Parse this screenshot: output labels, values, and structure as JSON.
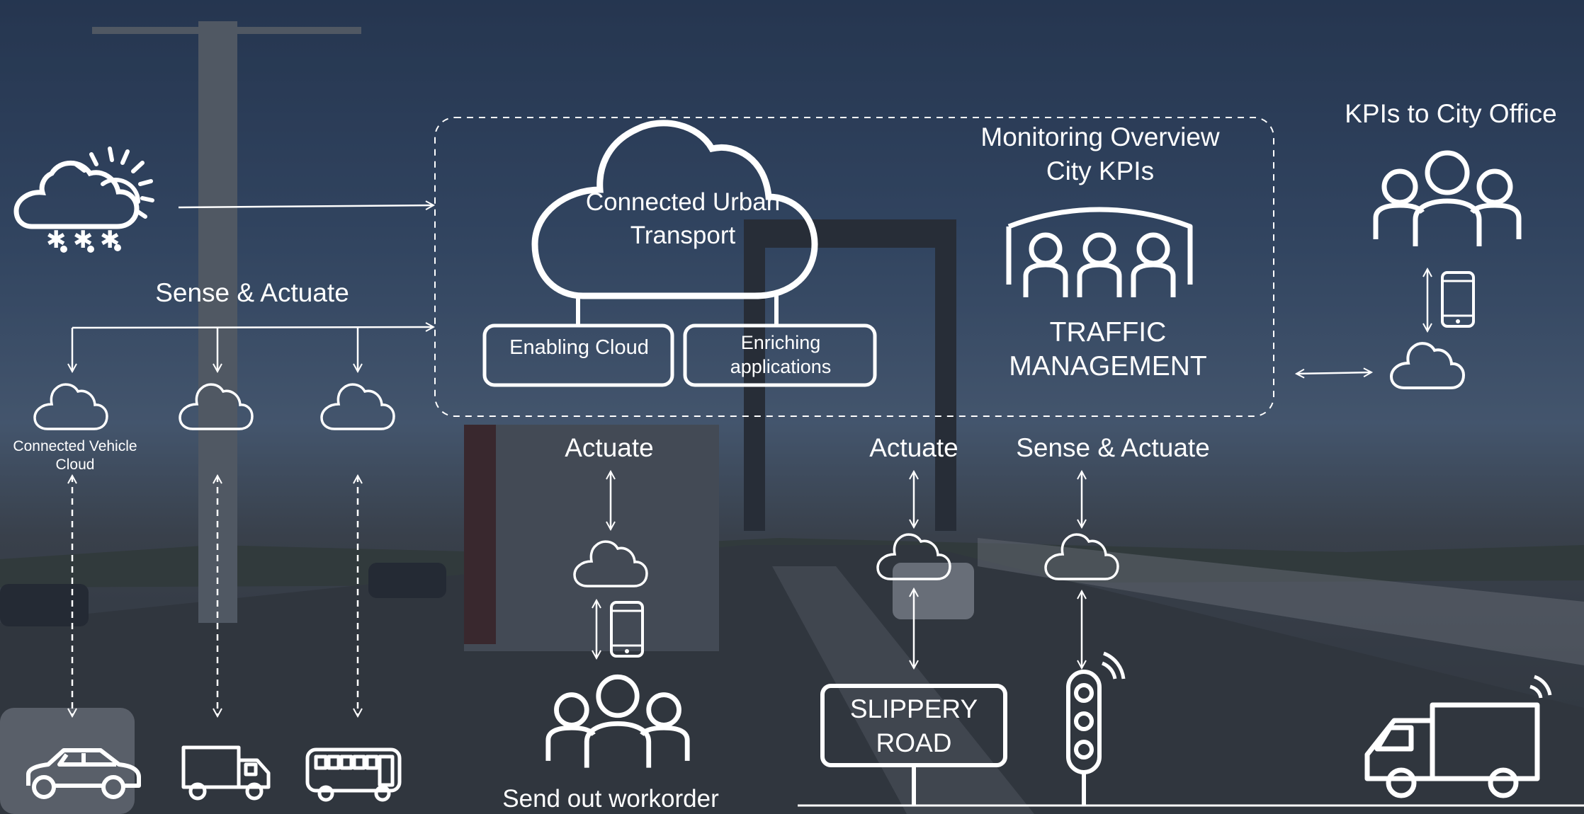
{
  "diagram": {
    "central_cloud": {
      "line1": "Connected Urban",
      "line2": "Transport"
    },
    "enabling_cloud": "Enabling Cloud",
    "enriching_apps": {
      "line1": "Enriching",
      "line2": "applications"
    },
    "monitoring": {
      "line1": "Monitoring Overview",
      "line2": "City KPIs"
    },
    "traffic_mgmt": {
      "line1": "TRAFFIC",
      "line2": "MANAGEMENT"
    },
    "kpis_city_office": "KPIs to City Office",
    "sense_actuate_left": "Sense & Actuate",
    "connected_vehicle_cloud": {
      "line1": "Connected Vehicle",
      "line2": "Cloud"
    },
    "actuate_1": "Actuate",
    "actuate_2": "Actuate",
    "sense_actuate_right": "Sense & Actuate",
    "send_workorder": "Send out workorder",
    "slippery_road": {
      "line1": "SLIPPERY",
      "line2": "ROAD"
    }
  },
  "icons": [
    "weather-snow-sun-icon",
    "cloud-icon",
    "people-icon",
    "meeting-board-icon",
    "smartphone-icon",
    "car-icon",
    "truck-icon",
    "bus-icon",
    "traffic-light-icon",
    "road-sign-icon",
    "wifi-signal-icon"
  ]
}
